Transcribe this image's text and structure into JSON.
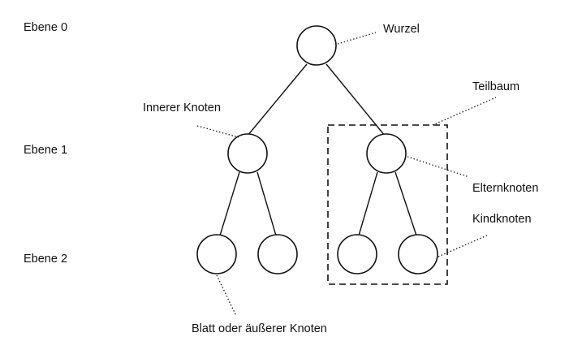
{
  "levels": {
    "level0": "Ebene 0",
    "level1": "Ebene 1",
    "level2": "Ebene 2"
  },
  "annotations": {
    "root": "Wurzel",
    "inner_node": "Innerer Knoten",
    "subtree": "Teilbaum",
    "parent_node": "Elternknoten",
    "child_node": "Kindknoten",
    "leaf": "Blatt oder äußerer Knoten"
  },
  "tree": {
    "nodes": [
      {
        "id": "root",
        "level": 0
      },
      {
        "id": "n1-left",
        "level": 1
      },
      {
        "id": "n1-right",
        "level": 1
      },
      {
        "id": "n2-1",
        "level": 2
      },
      {
        "id": "n2-2",
        "level": 2
      },
      {
        "id": "n2-3",
        "level": 2
      },
      {
        "id": "n2-4",
        "level": 2
      }
    ],
    "edges": [
      [
        "root",
        "n1-left"
      ],
      [
        "root",
        "n1-right"
      ],
      [
        "n1-left",
        "n2-1"
      ],
      [
        "n1-left",
        "n2-2"
      ],
      [
        "n1-right",
        "n2-3"
      ],
      [
        "n1-right",
        "n2-4"
      ]
    ]
  }
}
